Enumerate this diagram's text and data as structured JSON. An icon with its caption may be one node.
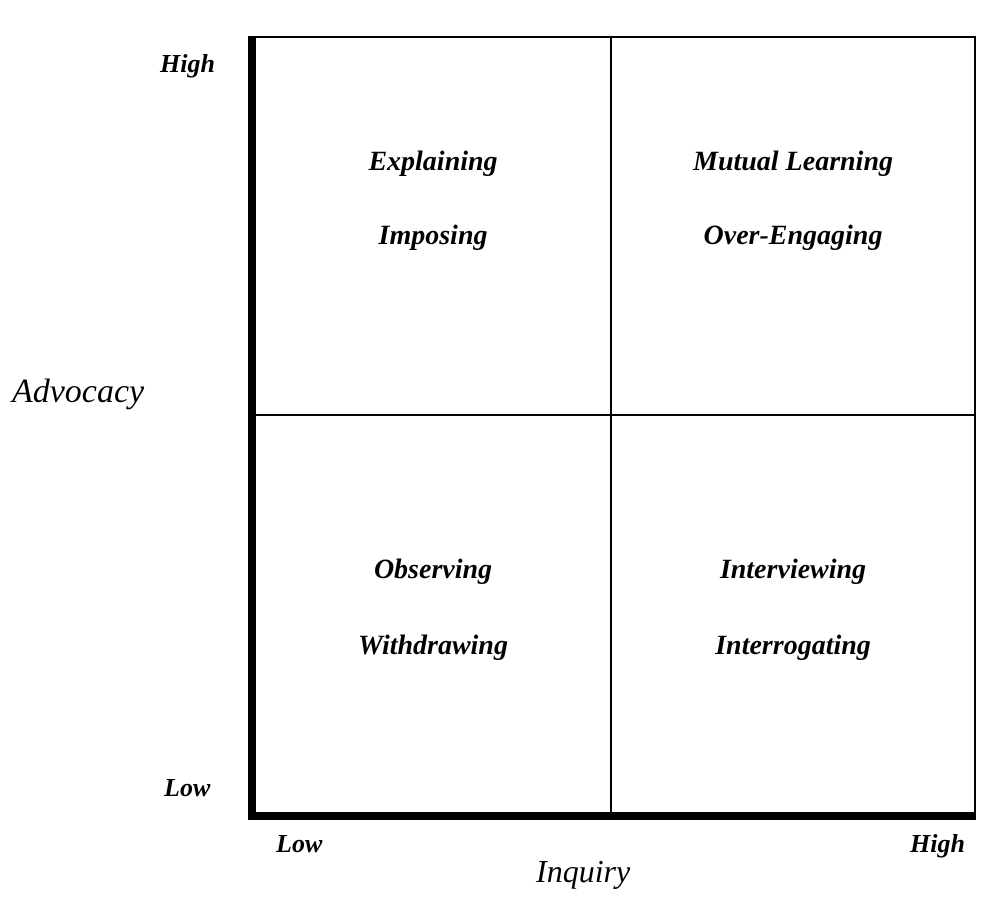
{
  "diagram": {
    "nodes": [
      {
        "text": [
          "Explaining",
          "Imposing"
        ]
      },
      {
        "text": [
          "Mutual Learning",
          "Over-Engaging"
        ]
      },
      {
        "text": [
          "Observing",
          "Withdrawing"
        ]
      },
      {
        "text": [
          "Interviewing",
          "Interrogating"
        ]
      }
    ],
    "edges": [],
    "labels": [
      "High",
      "Advocacy",
      "Low",
      "Low",
      "High",
      "Inquiry"
    ]
  }
}
